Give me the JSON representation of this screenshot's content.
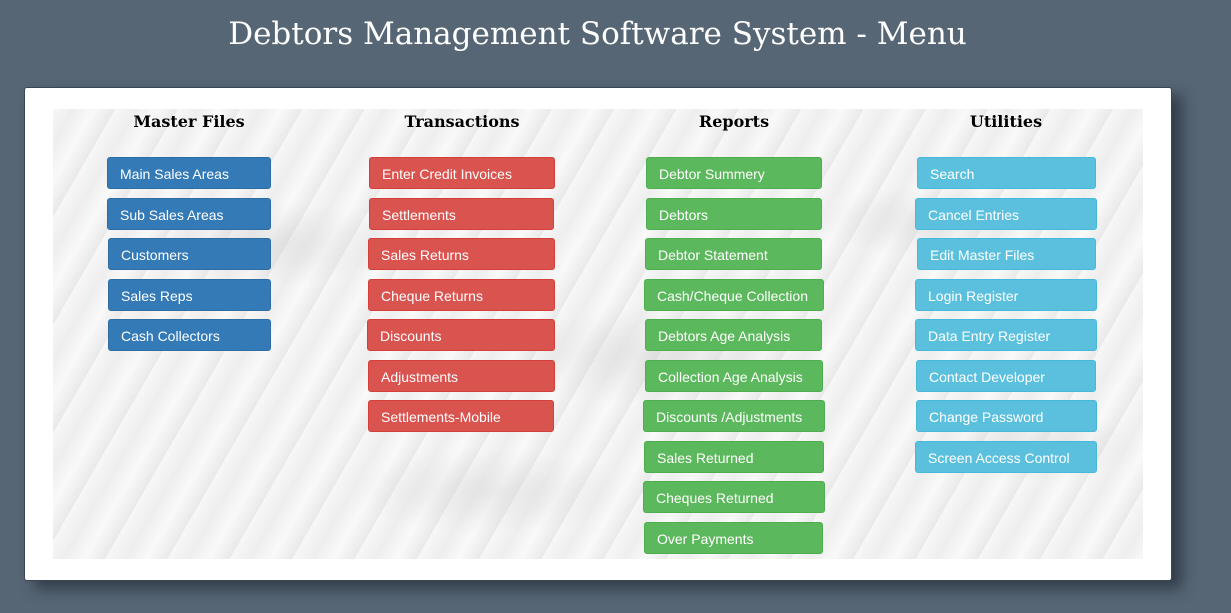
{
  "page": {
    "title": "Debtors Management Software System - Menu"
  },
  "columns": {
    "master_files": {
      "heading": "Master Files",
      "items": [
        "Main Sales Areas",
        "Sub Sales Areas",
        "Customers",
        "Sales Reps",
        "Cash Collectors"
      ]
    },
    "transactions": {
      "heading": "Transactions",
      "items": [
        "Enter Credit Invoices",
        "Settlements",
        "Sales Returns",
        "Cheque Returns",
        "Discounts",
        "Adjustments",
        "Settlements-Mobile"
      ]
    },
    "reports": {
      "heading": "Reports",
      "items": [
        "Debtor Summery",
        "Debtors",
        "Debtor Statement",
        "Cash/Cheque Collection",
        "Debtors Age Analysis",
        "Collection Age Analysis",
        "Discounts /Adjustments",
        "Sales Returned",
        "Cheques Returned",
        "Over Payments"
      ]
    },
    "utilities": {
      "heading": "Utilities",
      "items": [
        "Search",
        "Cancel Entries",
        "Edit Master Files",
        "Login Register",
        "Data Entry Register",
        "Contact Developer",
        "Change Password",
        "Screen Access Control"
      ]
    }
  },
  "colors": {
    "background": "#566675",
    "master_files": "#337ab7",
    "transactions": "#d9534f",
    "reports": "#5cb85c",
    "utilities": "#5bc0de"
  }
}
